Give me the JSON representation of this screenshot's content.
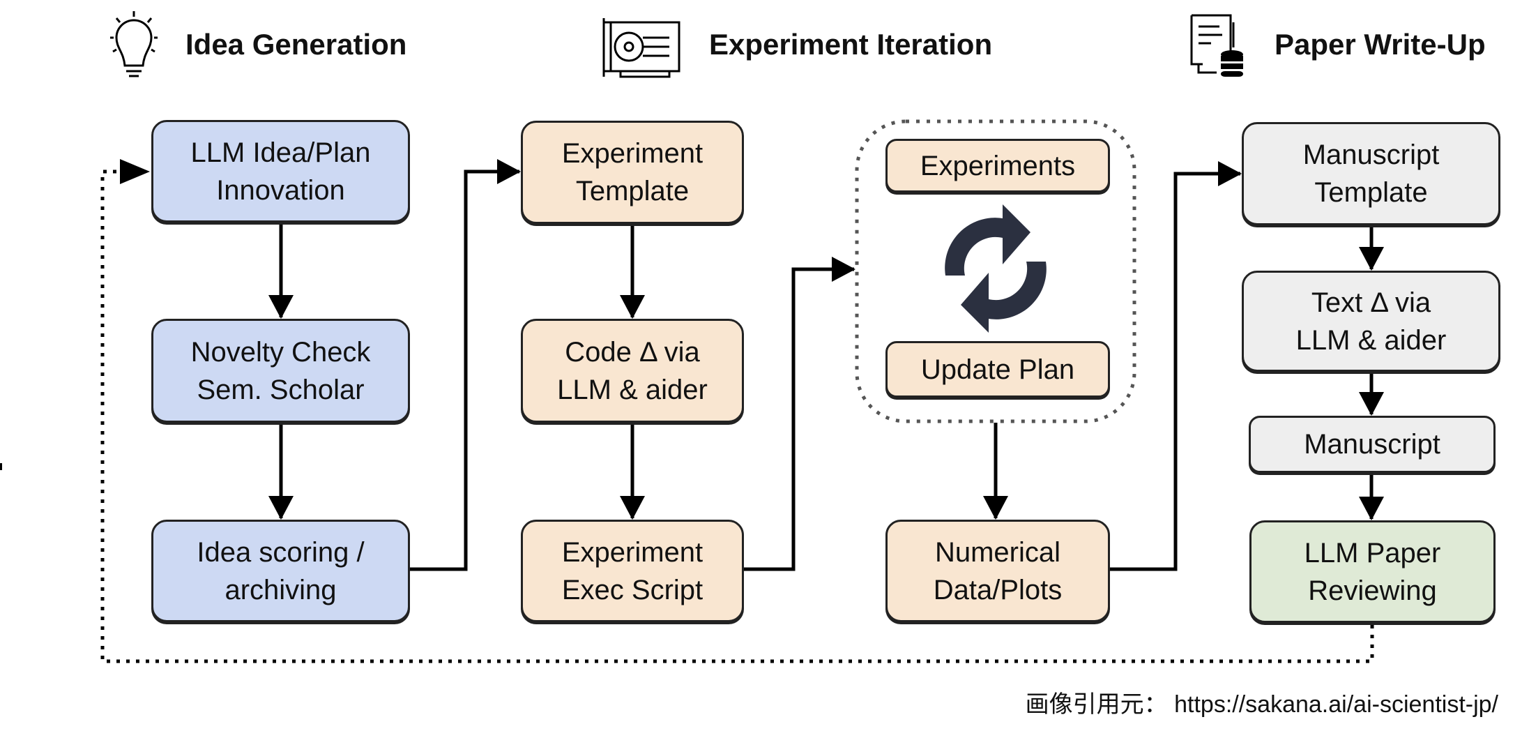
{
  "headers": [
    {
      "label": "Idea Generation",
      "icon": "lightbulb-icon"
    },
    {
      "label": "Experiment Iteration",
      "icon": "gpu-card-icon"
    },
    {
      "label": "Paper Write-Up",
      "icon": "document-database-icon"
    }
  ],
  "boxes": {
    "idea": "LLM Idea/Plan\nInnovation",
    "novelty": "Novelty Check\nSem. Scholar",
    "scoring": "Idea scoring /\narchiving",
    "exp_template": "Experiment\nTemplate",
    "code": "Code Δ via\nLLM & aider",
    "exec": "Experiment\nExec Script",
    "experiments": "Experiments",
    "update": "Update Plan",
    "numerical": "Numerical\nData/Plots",
    "ms_template": "Manuscript\nTemplate",
    "text": "Text Δ via\nLLM & aider",
    "manuscript": "Manuscript",
    "review": "LLM Paper\nReviewing"
  },
  "colors": {
    "idea": "#cdd9f3",
    "experiment": "#f9e6d1",
    "writeup": "#eeeeee",
    "review": "#dfead6",
    "cycle": "#2b3040"
  },
  "footer": "画像引用元： https://sakana.ai/ai-scientist-jp/"
}
